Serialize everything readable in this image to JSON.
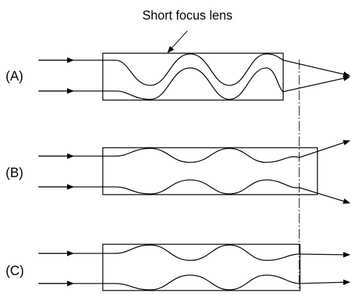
{
  "annotation": {
    "title": "Short focus lens"
  },
  "panels": [
    {
      "label": "(A)"
    },
    {
      "label": "(B)"
    },
    {
      "label": "(C)"
    }
  ]
}
